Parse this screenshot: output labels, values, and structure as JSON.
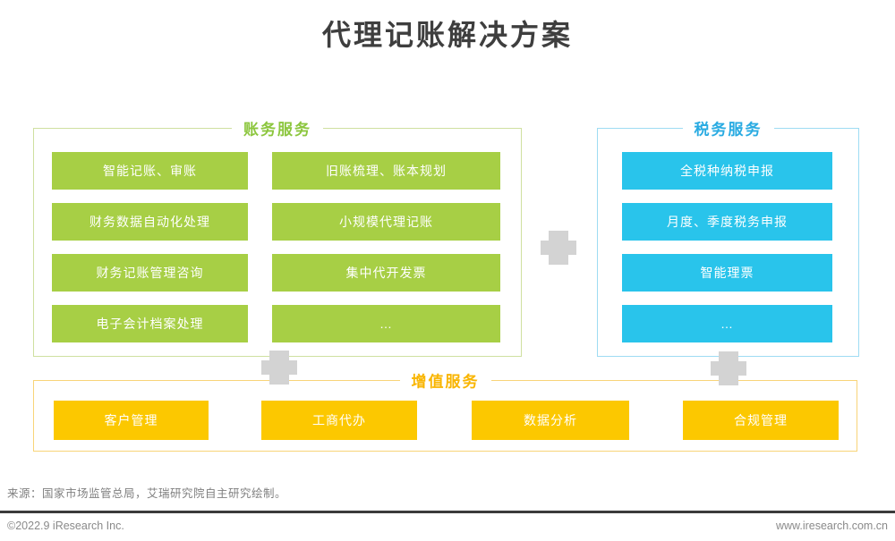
{
  "page_title": "代理记账解决方案",
  "colors": {
    "green_box": "#a7cf45",
    "green_header": "#8cc63e",
    "green_border": "#cfe0a0",
    "blue_box": "#29c4eb",
    "blue_header": "#29abe2",
    "blue_border": "#9edcf3",
    "yellow_box": "#fcc800",
    "yellow_header": "#f9b500",
    "yellow_border": "#f8d478",
    "connector": "#d3d3d3"
  },
  "sections": {
    "accounting": {
      "title": "账务服务",
      "items": [
        "智能记账、审账",
        "旧账梳理、账本规划",
        "财务数据自动化处理",
        "小规模代理记账",
        "财务记账管理咨询",
        "集中代开发票",
        "电子会计档案处理",
        "…"
      ]
    },
    "tax": {
      "title": "税务服务",
      "items": [
        "全税种纳税申报",
        "月度、季度税务申报",
        "智能理票",
        "…"
      ]
    },
    "value_added": {
      "title": "增值服务",
      "items": [
        "客户管理",
        "工商代办",
        "数据分析",
        "合规管理"
      ]
    }
  },
  "source_note": "来源：国家市场监管总局，艾瑞研究院自主研究绘制。",
  "footer": {
    "copyright": "©2022.9 iResearch Inc.",
    "website": "www.iresearch.com.cn"
  }
}
